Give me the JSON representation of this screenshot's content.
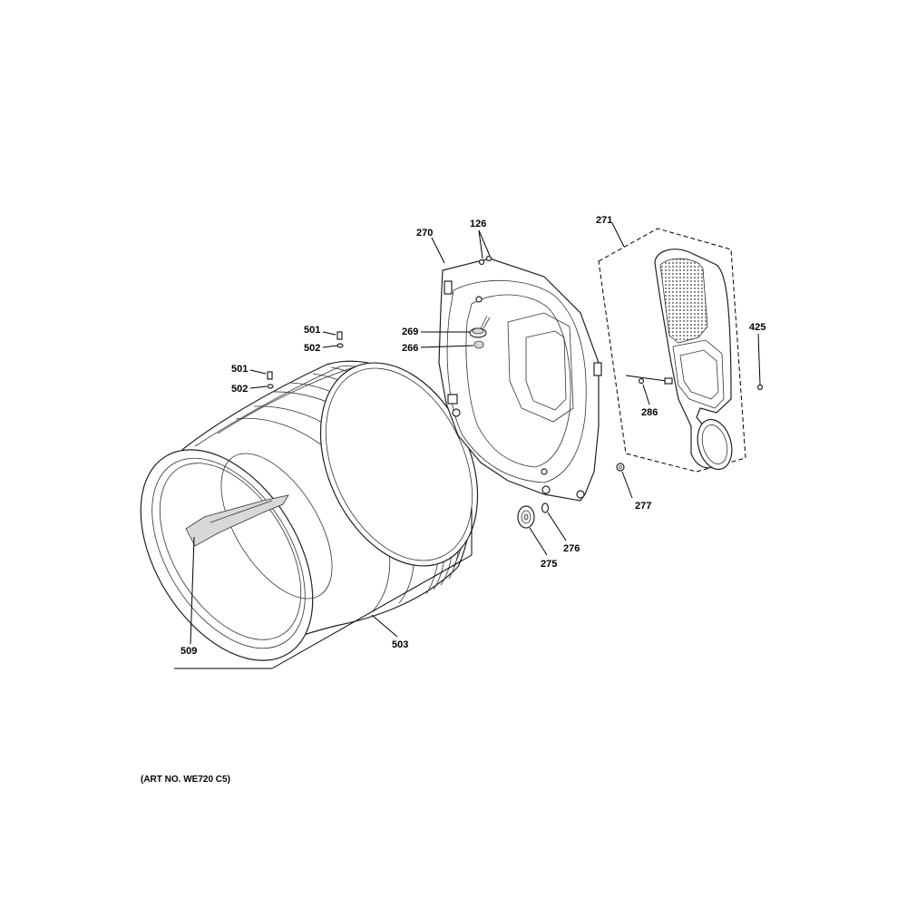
{
  "callouts": {
    "c126": "126",
    "c270": "270",
    "c271": "271",
    "c269": "269",
    "c266": "266",
    "c425": "425",
    "c501a": "501",
    "c502a": "502",
    "c501b": "501",
    "c502b": "502",
    "c286": "286",
    "c277": "277",
    "c276": "276",
    "c275": "275",
    "c509": "509",
    "c503": "503"
  },
  "footer": {
    "art_no": "(ART NO. WE720 C5)"
  }
}
